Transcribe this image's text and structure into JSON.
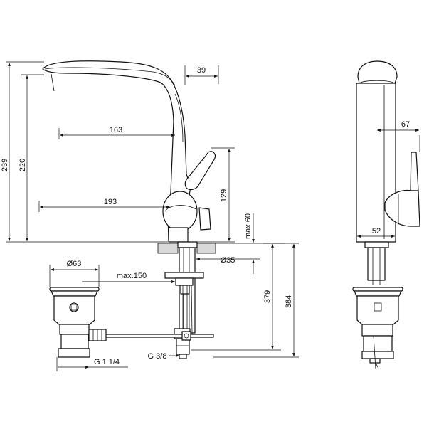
{
  "dimensions": {
    "d239": "239",
    "d220": "220",
    "d39": "39",
    "d163": "163",
    "d193": "193",
    "d129": "129",
    "dmax60": "max.60",
    "d35": "Ø35",
    "d63": "Ø63",
    "dmax150": "max.150",
    "d379": "379",
    "d384": "384",
    "dG114": "G 1 1/4",
    "dG38": "G 3/8",
    "d67": "67",
    "d52": "52"
  }
}
